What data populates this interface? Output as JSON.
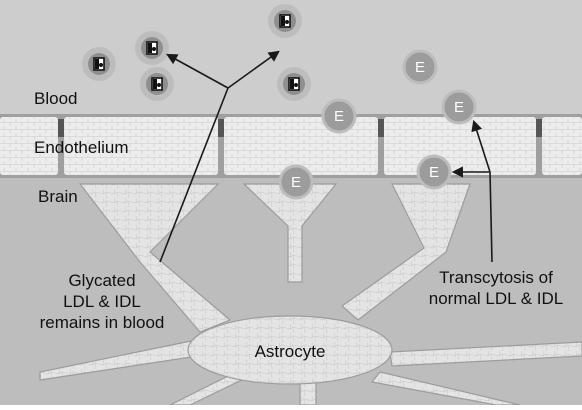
{
  "labels": {
    "blood": "Blood",
    "endothelium": "Endothelium",
    "brain": "Brain",
    "astrocyte": "Astrocyte",
    "glycated": [
      "Glycated",
      "LDL & IDL",
      "remains in blood"
    ],
    "transcytosis": [
      "Transcytosis of",
      "normal LDL & IDL"
    ]
  },
  "particles": {
    "normal_letter": "E",
    "glycated_icon": "glycated-particle-icon"
  },
  "colors": {
    "blood": "#cdcdcd",
    "endothelium": "#e9e9e9",
    "brain": "#b9b9b9",
    "astrocyte": "#e6e6e6",
    "particle": "#9c9c9c",
    "arrow": "#1a1a1a"
  }
}
